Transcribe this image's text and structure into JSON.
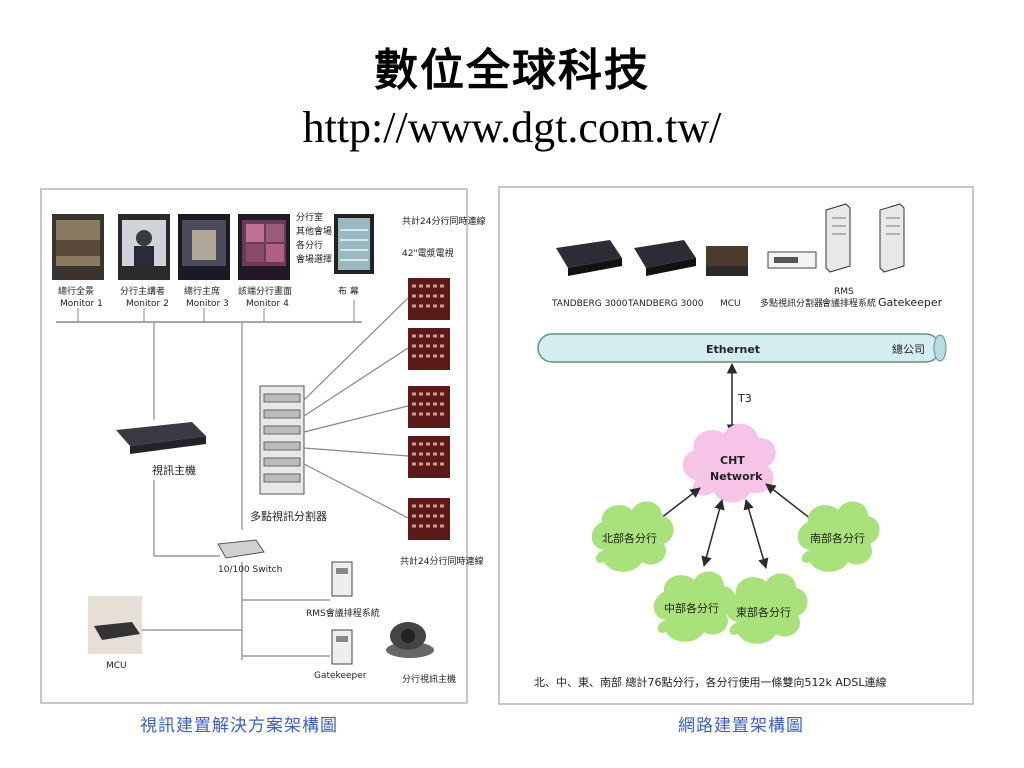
{
  "title": "數位全球科技",
  "url": "http://www.dgt.com.tw/",
  "left_diagram": {
    "caption": "視訊建置解決方案架構圖",
    "monitors": [
      {
        "label": "總行全景",
        "sub": "Monitor 1"
      },
      {
        "label": "分行主講者",
        "sub": "Monitor 2"
      },
      {
        "label": "總行主席",
        "sub": "Monitor 3"
      },
      {
        "label": "該端分行畫面",
        "sub": "Monitor 4"
      },
      {
        "label": "布 幕",
        "sub": ""
      }
    ],
    "legend_small": [
      "分行室",
      "其他會場",
      "各分行",
      "會場選擇"
    ],
    "top_right_notes": [
      "共計24分行同時連線",
      "42\"電漿電視"
    ],
    "bottom_right_note": "共計24分行同時連線",
    "video_host_label": "視訊主機",
    "mcu_splitter_label": "多點視訊分割器",
    "switch_label": "10/100 Switch",
    "rms_label": "RMS會議排程系統",
    "gatekeeper_label": "Gatekeeper",
    "mcu_label": "MCU",
    "branch_host_label": "分行視訊主機"
  },
  "right_diagram": {
    "caption": "網路建置架構圖",
    "devices": [
      {
        "label": "TANDBERG 3000"
      },
      {
        "label": "TANDBERG 3000"
      },
      {
        "label": "MCU"
      },
      {
        "label": "多點視訊分割器"
      },
      {
        "label": "RMS",
        "sub": "會議排程系統"
      },
      {
        "label": "Gatekeeper"
      }
    ],
    "ethernet_label": "Ethernet",
    "hq_label": "總公司",
    "link_label": "T3",
    "cloud_center": [
      "CHT",
      "Network"
    ],
    "branches": [
      "北部各分行",
      "中部各分行",
      "東部各分行",
      "南部各分行"
    ],
    "footnote": "北、中、東、南部 總計76點分行，各分行使用一條雙向512k ADSL連線"
  },
  "colors": {
    "caption_blue": "#3b5fc8",
    "ethernet_fill": "#d4eef0",
    "cloud_pink": "#f5c4e6",
    "cloud_green": "#a9e27a",
    "arrow_dark": "#2b2b2b"
  }
}
